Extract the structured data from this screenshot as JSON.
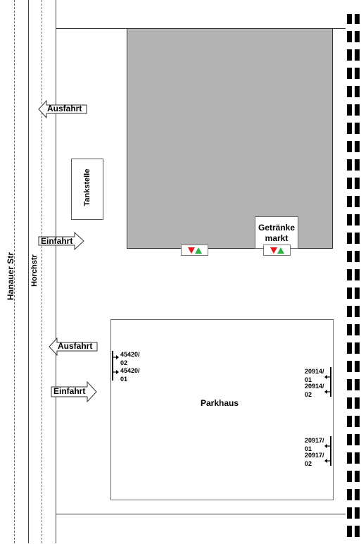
{
  "streets": {
    "hanauer": "Hanauer Str",
    "horch": "Horchstr"
  },
  "labels": {
    "ausfahrt_top": "Ausfahrt",
    "einfahrt_top": "Einfahrt",
    "ausfahrt_bottom": "Ausfahrt",
    "einfahrt_bottom": "Einfahrt",
    "tankstelle": "Tankstelle",
    "getraenkemarkt": "Getränke markt",
    "parkhaus": "Parkhaus"
  },
  "codes": {
    "left_1": "45420/ 02",
    "left_2": "45420/ 01",
    "right_1": "20914/ 01",
    "right_2": "20914/ 02",
    "right_3": "20917/ 01",
    "right_4": "20917/ 02"
  },
  "colors": {
    "building_fill": "#b3b3b3",
    "signal_red": "#e8141b",
    "signal_green": "#2fb34a"
  }
}
